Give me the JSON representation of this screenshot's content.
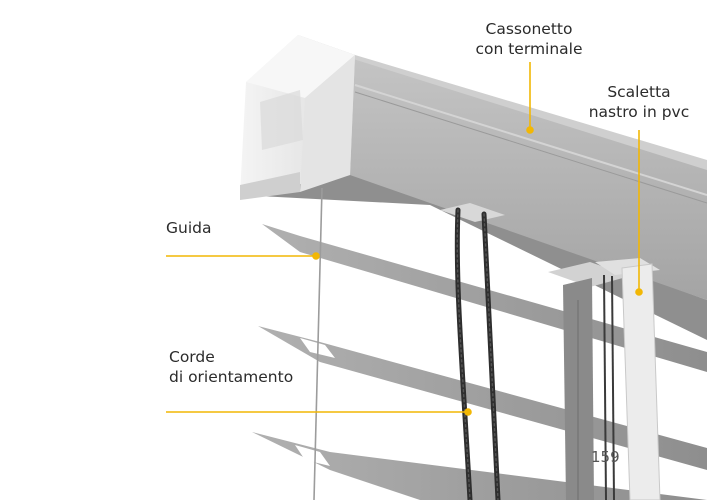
{
  "labels": {
    "cassonetto": [
      "Cassonetto",
      "con terminale"
    ],
    "scaletta": [
      "Scaletta",
      "nastro in pvc"
    ],
    "guida": [
      "Guida"
    ],
    "corde": [
      "Corde",
      "di orientamento"
    ]
  },
  "partial_number": "159",
  "colors": {
    "accent": "#f2b705",
    "text": "#2b2b2b",
    "rail_top": "#b9b9b9",
    "rail_front": "#a6a6a6",
    "rail_under": "#8c8c8c",
    "end_cap": "#ececec",
    "slat": "#9a9a9a",
    "cord": "#2e2e2e",
    "ladder_tape": "#e6e6e6"
  }
}
